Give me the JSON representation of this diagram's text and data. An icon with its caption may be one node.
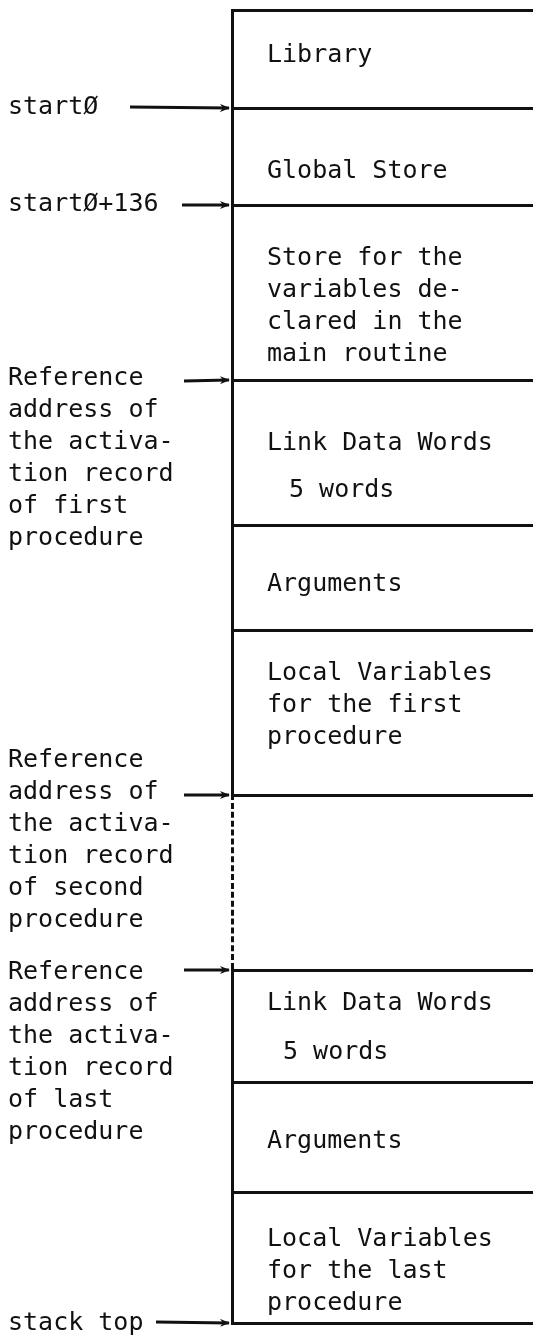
{
  "diagram": {
    "nodes": [
      {
        "text": [
          "Library"
        ]
      },
      {
        "text": [
          "Global Store"
        ]
      },
      {
        "text": [
          "Store for the variables de- clared in the main routine"
        ]
      },
      {
        "text": [
          "Link Data Words",
          "5 words"
        ]
      },
      {
        "text": [
          "Arguments"
        ]
      },
      {
        "text": [
          "Local Variables for the first procedure"
        ]
      },
      {
        "text": [],
        "shape": "box"
      },
      {
        "text": [
          "Link Data Words",
          "5 words"
        ]
      },
      {
        "text": [
          "Arguments"
        ]
      },
      {
        "text": [
          "Local Variables for the last procedure"
        ]
      },
      {
        "text": [
          "startØ"
        ]
      },
      {
        "text": [
          "startØ+136"
        ]
      },
      {
        "text": [
          "Reference address of the activa- tion record of first procedure"
        ]
      },
      {
        "text": [
          "Reference address of the activa- tion record of second procedure"
        ]
      },
      {
        "text": [
          "Reference address of the activa- tion record of last procedure"
        ]
      },
      {
        "text": [
          "stack top"
        ]
      }
    ],
    "edges": [
      {
        "from": 10,
        "to": 1,
        "arrow": "to"
      },
      {
        "from": 11,
        "to": 2,
        "arrow": "to"
      },
      {
        "from": 12,
        "to": 3,
        "arrow": "to"
      },
      {
        "from": 13,
        "to": 6,
        "arrow": "to"
      },
      {
        "from": 14,
        "to": 7,
        "arrow": "to"
      },
      {
        "from": 15,
        "to": 9,
        "arrow": "to"
      }
    ]
  }
}
